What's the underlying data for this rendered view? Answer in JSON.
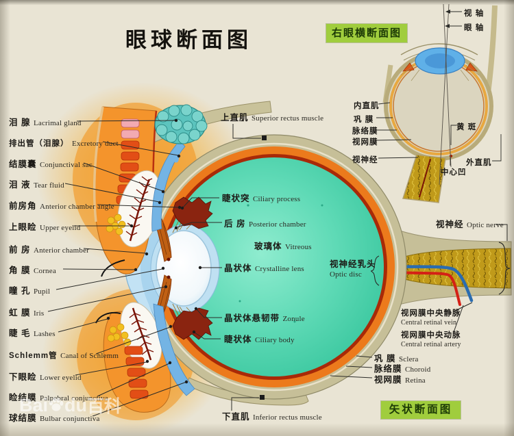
{
  "title": "眼球断面图",
  "boxes": {
    "inset": "右眼横断面图",
    "sagittal": "矢状断面图"
  },
  "watermark": {
    "part1": "Bai",
    "part2": "du",
    "part3": "百科"
  },
  "colors": {
    "paper": "#e9e4d4",
    "sclera": "#c6bf98",
    "choroid": "#ec7a1c",
    "retina": "#a82a08",
    "vitreous": "#55d6b2",
    "cornea": "#c2e2f4",
    "conjunctiva_blue": "#74b4e4",
    "eyelid_orange": "#f4942c",
    "gland_red": "#e24e16",
    "lacrimal_teal": "#5cc4be",
    "nerve_gold": "#c09a1a",
    "vein_blue": "#2a6cb0",
    "artery_red": "#d42016",
    "label_green": "#a0cd3d"
  },
  "left_labels": [
    {
      "zh": "泪  腺",
      "en": "Lacrimal gland"
    },
    {
      "zh": "排出管（泪腺）",
      "en": "Excretory duct"
    },
    {
      "zh": "结膜囊",
      "en": "Conjunctival sac"
    },
    {
      "zh": "泪  液",
      "en": "Tear fluid"
    },
    {
      "zh": "前房角",
      "en": "Anterior chamber angle"
    },
    {
      "zh": "上眼睑",
      "en": "Upper eyelid"
    },
    {
      "zh": "前  房",
      "en": "Anterior chamber"
    },
    {
      "zh": "角  膜",
      "en": "Cornea"
    },
    {
      "zh": "瞳  孔",
      "en": "Pupil"
    },
    {
      "zh": "虹  膜",
      "en": "Iris"
    },
    {
      "zh": "睫  毛",
      "en": "Lashes"
    },
    {
      "zh": "Schlemm管",
      "en": "Canal of Schlemm"
    },
    {
      "zh": "下眼睑",
      "en": "Lower eyelid"
    },
    {
      "zh": "睑结膜",
      "en": "Palpebral conjunctiva"
    },
    {
      "zh": "球结膜",
      "en": "Bulbar conjunctiva"
    }
  ],
  "center_labels": [
    {
      "zh": "上直肌",
      "en": "Superior rectus muscle"
    },
    {
      "zh": "睫状突",
      "en": "Ciliary process"
    },
    {
      "zh": "后  房",
      "en": "Posterior chamber"
    },
    {
      "zh": "玻璃体",
      "en": "Vitreous"
    },
    {
      "zh": "晶状体",
      "en": "Crystalline lens"
    },
    {
      "zh": "晶状体悬韧带",
      "en": "Zonule"
    },
    {
      "zh": "睫状体",
      "en": "Ciliary body"
    },
    {
      "zh": "下直肌",
      "en": "Inferior rectus muscle"
    }
  ],
  "right_labels": [
    {
      "zh": "视神经乳头",
      "en": "Optic disc"
    },
    {
      "zh": "视神经",
      "en": "Optic nerve"
    },
    {
      "zh": "视网膜中央静脉",
      "en": "Central retinal vein"
    },
    {
      "zh": "视网膜中央动脉",
      "en": "Central retinal artery"
    },
    {
      "zh": "巩  膜",
      "en": "Sclera"
    },
    {
      "zh": "脉络膜",
      "en": "Choroid"
    },
    {
      "zh": "视网膜",
      "en": "Retina"
    }
  ],
  "inset_labels": [
    {
      "zh": "视  轴"
    },
    {
      "zh": "眼  轴"
    },
    {
      "zh": "内直肌"
    },
    {
      "zh": "巩  膜"
    },
    {
      "zh": "脉络膜"
    },
    {
      "zh": "视网膜"
    },
    {
      "zh": "视神经"
    },
    {
      "zh": "黄  斑"
    },
    {
      "zh": "外直肌"
    },
    {
      "zh": "中心凹"
    }
  ]
}
